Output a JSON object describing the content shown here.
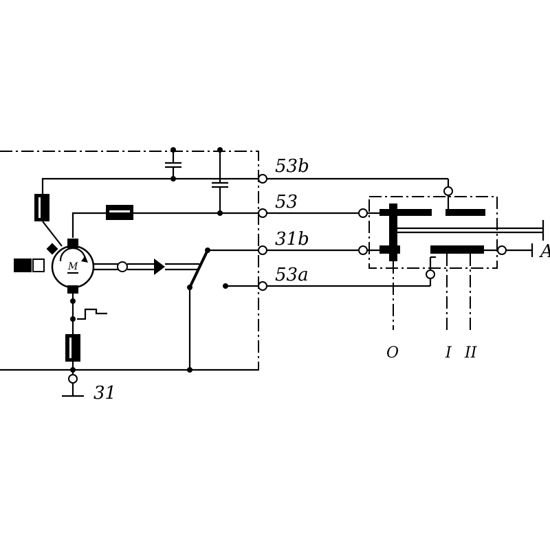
{
  "terminals": {
    "t53b": "53b",
    "t53": "53",
    "t31b": "31b",
    "t53a": "53a",
    "t31": "31"
  },
  "motor_label": "M",
  "switch_positions": {
    "pos0": "O",
    "pos1": "I",
    "pos2": "II"
  },
  "edge_label": "A",
  "colors": {
    "line": "#000000",
    "background": "#ffffff"
  }
}
